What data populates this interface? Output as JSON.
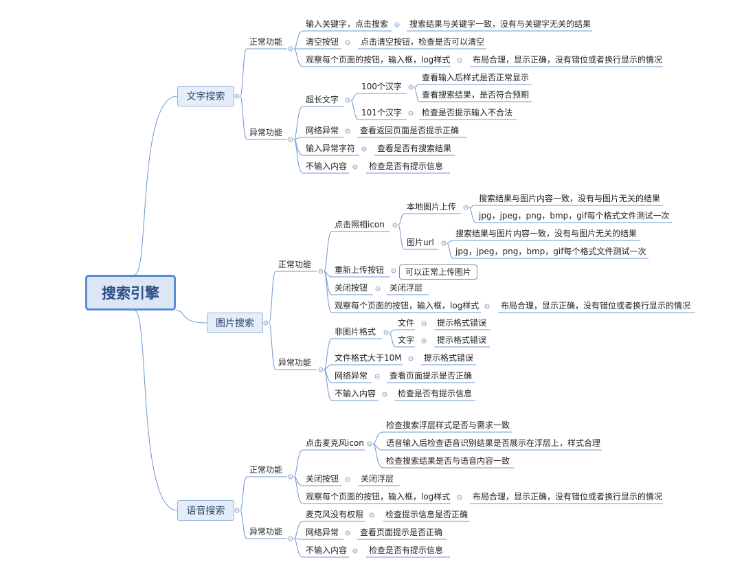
{
  "root": "搜索引擎",
  "text_search": {
    "title": "文字搜索",
    "normal": "正常功能",
    "n1": "输入关键字，点击搜索",
    "n1a": "搜索结果与关键字一致，没有与关键字无关的结果",
    "n2": "清空按钮",
    "n2a": "点击清空按钮，检查是否可以清空",
    "n3": "观察每个页面的按钮，输入框，log样式",
    "n3a": "布局合理，显示正确，没有错位或者换行显示的情况",
    "abnormal": "异常功能",
    "a1": "超长文字",
    "a1_100": "100个汉字",
    "a1_100a": "查看输入后样式是否正常显示",
    "a1_100b": "查看搜索结果，是否符合预期",
    "a1_101": "101个汉字",
    "a1_101a": "检查是否提示输入不合法",
    "a2": "网络异常",
    "a2a": "查看返回页面是否提示正确",
    "a3": "输入异常字符",
    "a3a": "查看是否有搜索结果",
    "a4": "不输入内容",
    "a4a": "检查是否有提示信息"
  },
  "image_search": {
    "title": "图片搜索",
    "normal": "正常功能",
    "n1": "点击照相icon",
    "n1_local": "本地图片上传",
    "n1_local_a": "搜索结果与图片内容一致，没有与图片无关的结果",
    "n1_local_b": "jpg，jpeg，png，bmp，gif每个格式文件测试一次",
    "n1_url": "图片url",
    "n1_url_a": "搜索结果与图片内容一致，没有与图片无关的结果",
    "n1_url_b": "jpg，jpeg，png，bmp，gif每个格式文件测试一次",
    "n2": "重新上传按钮",
    "n2a": "可以正常上传图片",
    "n3": "关闭按钮",
    "n3a": "关闭浮层",
    "n4": "观察每个页面的按钮，输入框，log样式",
    "n4a": "布局合理，显示正确，没有错位或者换行显示的情况",
    "abnormal": "异常功能",
    "a1": "非图片格式",
    "a1_file": "文件",
    "a1_file_a": "提示格式错误",
    "a1_text": "文字",
    "a1_text_a": "提示格式错误",
    "a2": "文件格式大于10M",
    "a2a": "提示格式错误",
    "a3": "网络异常",
    "a3a": "查看页面提示是否正确",
    "a4": "不输入内容",
    "a4a": "检查是否有提示信息"
  },
  "voice_search": {
    "title": "语音搜索",
    "normal": "正常功能",
    "n1": "点击麦克风icon",
    "n1a": "检查搜索浮层样式是否与需求一致",
    "n1b": "语音输入后检查语音识别结果是否展示在浮层上，样式合理",
    "n1c": "检查搜索结果是否与语音内容一致",
    "n2": "关闭按钮",
    "n2a": "关闭浮层",
    "n3": "观察每个页面的按钮，输入框，log样式",
    "n3a": "布局合理，显示正确，没有错位或者换行显示的情况",
    "abnormal": "异常功能",
    "a1": "麦克风没有权限",
    "a1a": "检查提示信息是否正确",
    "a2": "网络异常",
    "a2a": "查看页面提示是否正确",
    "a3": "不输入内容",
    "a3a": "检查是否有提示信息"
  },
  "colors": {
    "line": "#6d97cf",
    "underline": "#6d97cf",
    "root_border": "#5b8bd4",
    "root_fill": "#dce6f5",
    "main_fill": "#e4edf8"
  }
}
